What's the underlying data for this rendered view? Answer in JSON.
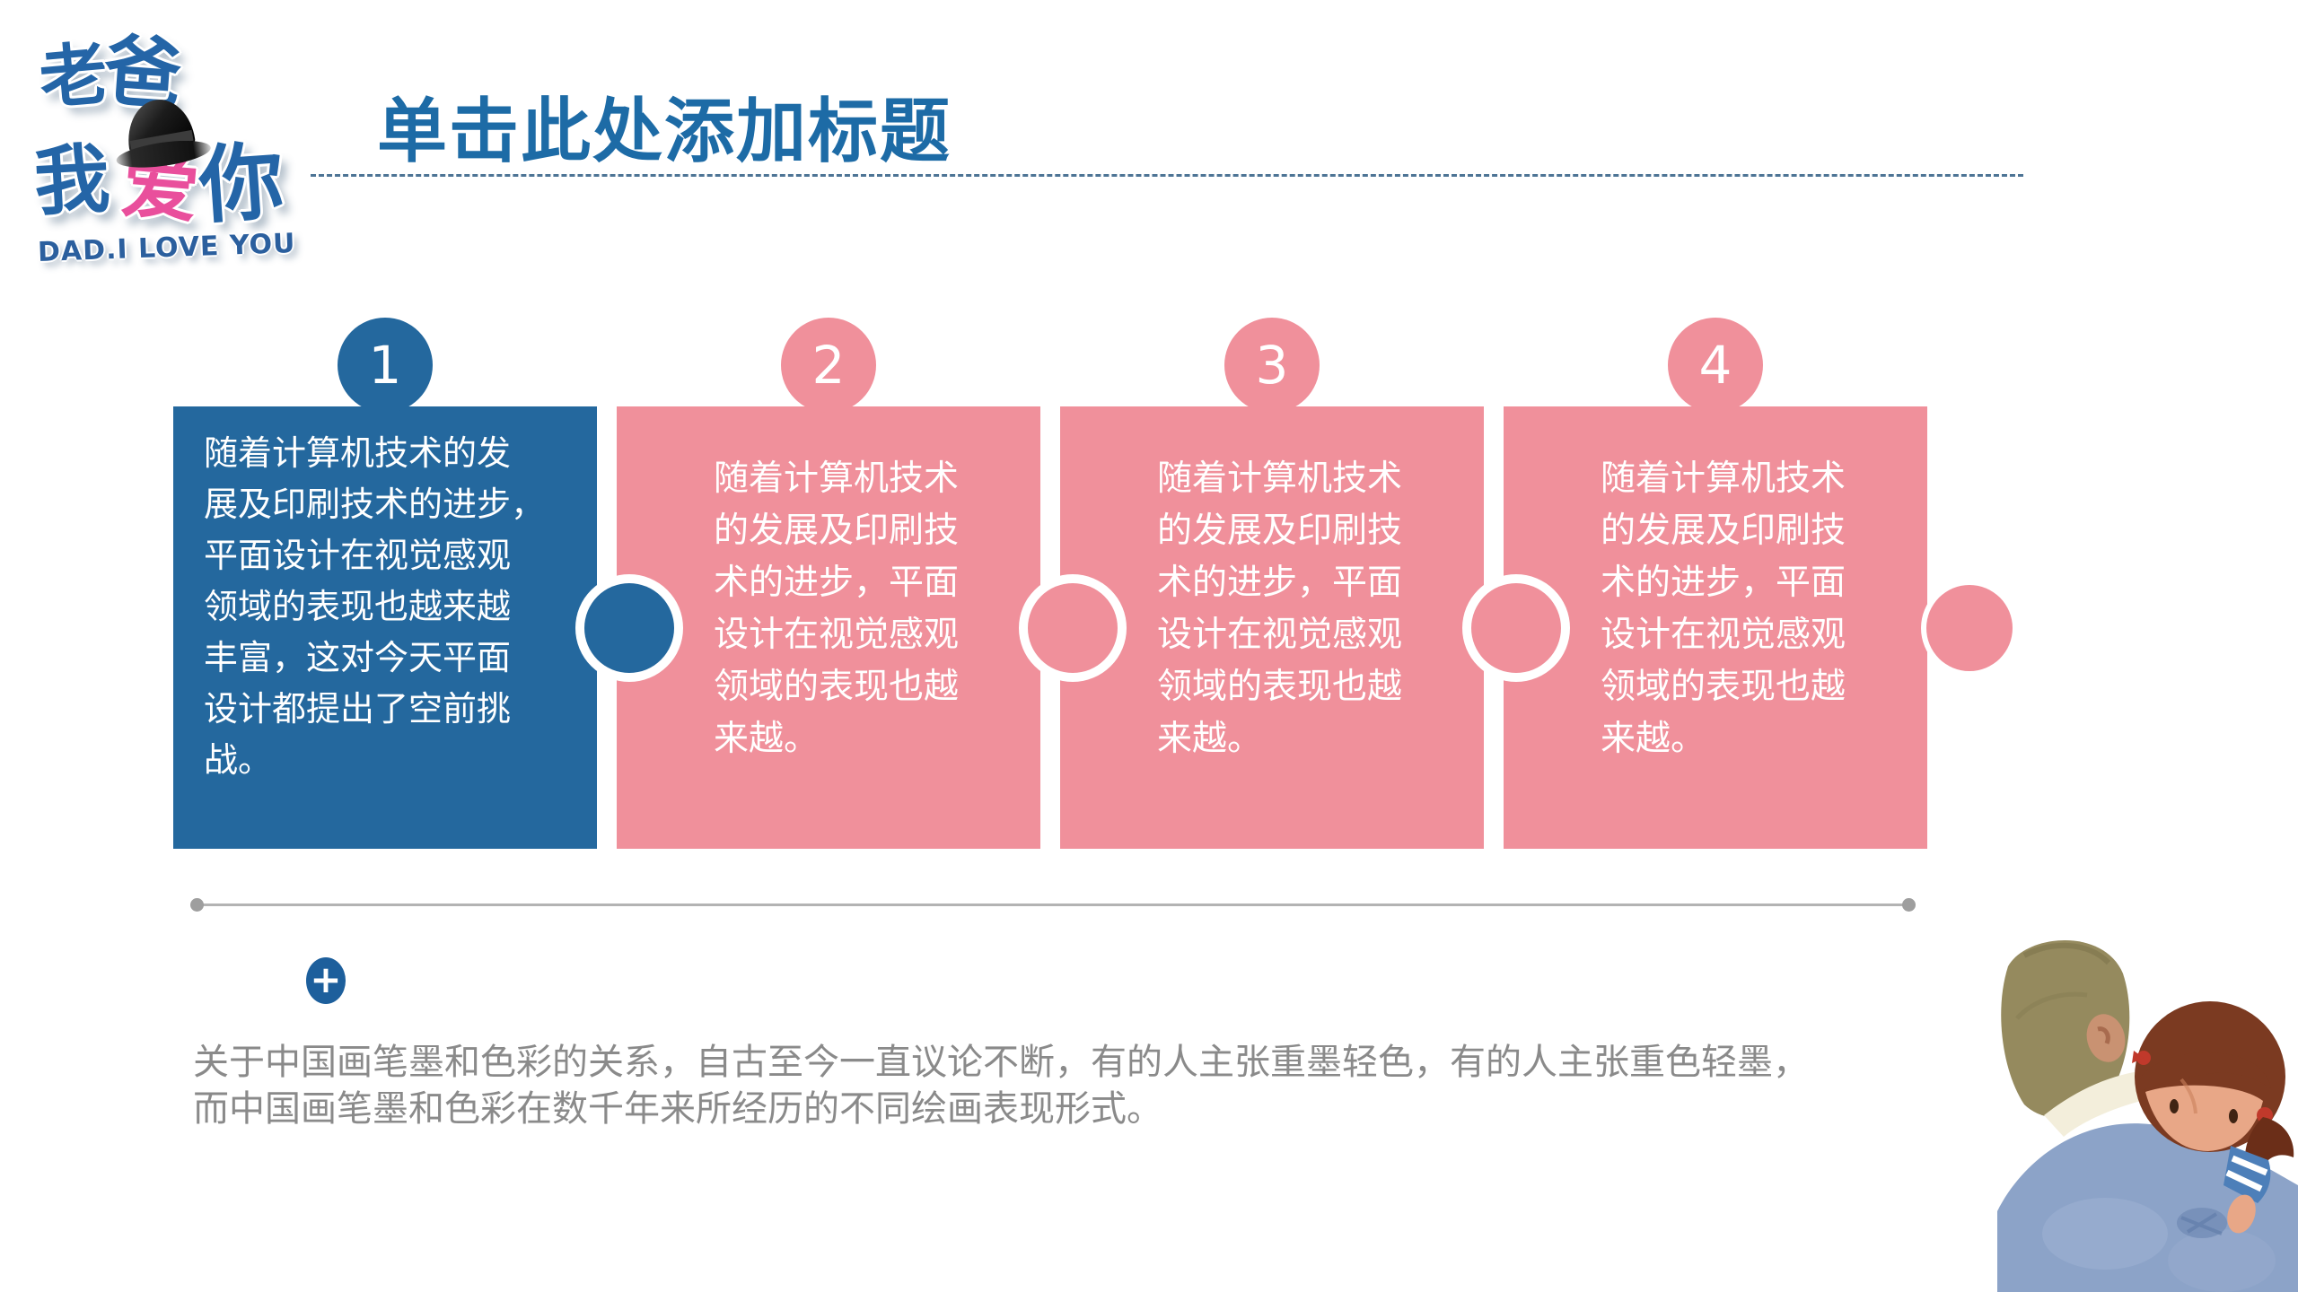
{
  "logo": {
    "chars": [
      "老",
      "爸",
      "我",
      "爱",
      "你"
    ],
    "subtitle": "DAD.I LOVE YOU",
    "hat": "bowler-hat"
  },
  "header": {
    "title": "单击此处添加标题"
  },
  "puzzle": {
    "pieces": [
      {
        "number": "1",
        "color": "#24689E",
        "full_text": "随着计算机技术的发展及印刷技术的进步，平面设计在视觉感观领域的表现也越来越丰富，这对今天平面设计都提出了空前挑战。",
        "lines": [
          "随着计算机技术的发",
          "展及印刷技术的进步，",
          "平面设计在视觉感观",
          "领域的表现也越来越",
          "丰富，这对今天平面",
          "设计都提出了空前挑",
          "战。"
        ]
      },
      {
        "number": "2",
        "color": "#F0909B",
        "full_text": "随着计算机技术的发展及印刷技术的进步，平面设计在视觉感观领域的表现也越来越。",
        "lines": [
          "随着计算机技术",
          "的发展及印刷技",
          "术的进步，平面",
          "设计在视觉感观",
          "领域的表现也越",
          "来越。"
        ]
      },
      {
        "number": "3",
        "color": "#F0909B",
        "full_text": "随着计算机技术的发展及印刷技术的进步，平面设计在视觉感观领域的表现也越来越。",
        "lines": [
          "随着计算机技术",
          "的发展及印刷技",
          "术的进步，平面",
          "设计在视觉感观",
          "领域的表现也越",
          "来越。"
        ]
      },
      {
        "number": "4",
        "color": "#F0909B",
        "full_text": "随着计算机技术的发展及印刷技术的进步，平面设计在视觉感观领域的表现也越来越。",
        "lines": [
          "随着计算机技术",
          "的发展及印刷技",
          "术的进步，平面",
          "设计在视觉感观",
          "领域的表现也越",
          "来越。"
        ]
      }
    ]
  },
  "footer": {
    "plus_icon": "+",
    "full_text": "关于中国画笔墨和色彩的关系，自古至今一直议论不断，有的人主张重墨轻色，有的人主张重色轻墨，而中国画笔墨和色彩在数千年来所经历的不同绘画表现形式。",
    "lines": [
      "关于中国画笔墨和色彩的关系，自古至今一直议论不断，有的人主张重墨轻色，有的人主张重色轻墨，",
      "而中国画笔墨和色彩在数千年来所经历的不同绘画表现形式。"
    ]
  },
  "colors": {
    "piece_blue": "#24689E",
    "piece_pink": "#F0909B",
    "title_blue": "#1D6BA6",
    "dashed_rule": "#4D7495",
    "divider_gray": "#B3B3B3",
    "body_text_gray": "#8A8A8A",
    "logo_blue": "#2465A7",
    "logo_pink": "#E94F9C",
    "plus_button_blue": "#1D5F9C"
  }
}
